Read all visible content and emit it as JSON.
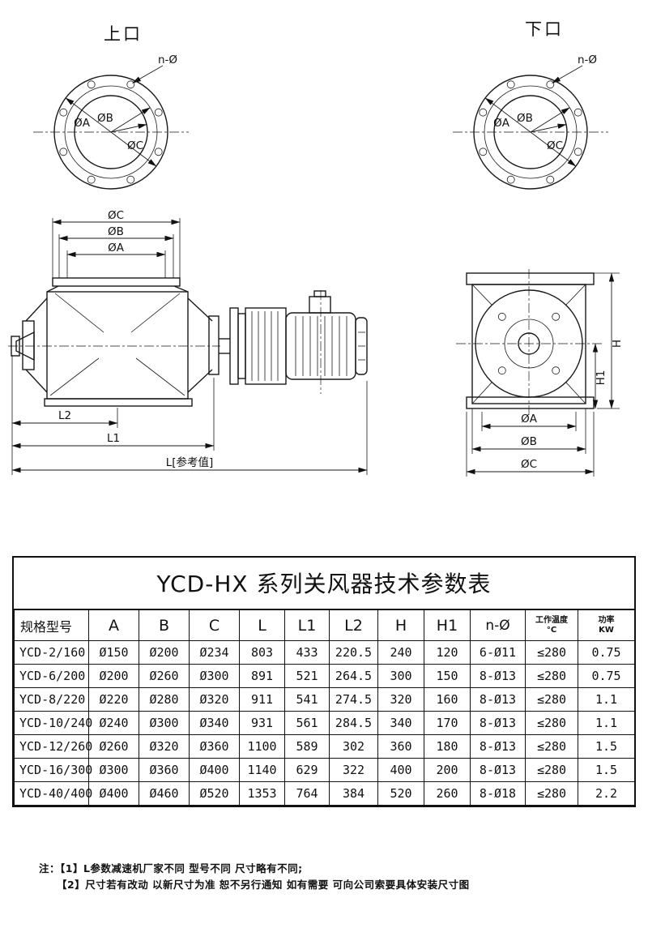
{
  "top_views": {
    "left": {
      "title": "上口",
      "n_label": "n-Ø",
      "dia_a": "ØA",
      "dia_b": "ØB",
      "dia_c": "ØC"
    },
    "right": {
      "title": "下口",
      "n_label": "n-Ø",
      "dia_a": "ØA",
      "dia_b": "ØB",
      "dia_c": "ØC"
    }
  },
  "side_view": {
    "dim_c": "ØC",
    "dim_b": "ØB",
    "dim_a": "ØA",
    "dim_l2": "L2",
    "dim_l1": "L1",
    "dim_l": "L[参考值]"
  },
  "end_view": {
    "dim_h": "H",
    "dim_h1": "H1",
    "dim_a": "ØA",
    "dim_b": "ØB",
    "dim_c": "ØC"
  },
  "table": {
    "title": "YCD-HX 系列关风器技术参数表",
    "headers": [
      "规格型号",
      "A",
      "B",
      "C",
      "L",
      "L1",
      "L2",
      "H",
      "H1",
      "n-Ø"
    ],
    "header_temp": {
      "line1": "工作温度",
      "line2": "°C"
    },
    "header_power": {
      "line1": "功率",
      "line2": "KW"
    },
    "rows": [
      [
        "YCD-2/160",
        "Ø150",
        "Ø200",
        "Ø234",
        "803",
        "433",
        "220.5",
        "240",
        "120",
        "6-Ø11",
        "≤280",
        "0.75"
      ],
      [
        "YCD-6/200",
        "Ø200",
        "Ø260",
        "Ø300",
        "891",
        "521",
        "264.5",
        "300",
        "150",
        "8-Ø13",
        "≤280",
        "0.75"
      ],
      [
        "YCD-8/220",
        "Ø220",
        "Ø280",
        "Ø320",
        "911",
        "541",
        "274.5",
        "320",
        "160",
        "8-Ø13",
        "≤280",
        "1.1"
      ],
      [
        "YCD-10/240",
        "Ø240",
        "Ø300",
        "Ø340",
        "931",
        "561",
        "284.5",
        "340",
        "170",
        "8-Ø13",
        "≤280",
        "1.1"
      ],
      [
        "YCD-12/260",
        "Ø260",
        "Ø320",
        "Ø360",
        "1100",
        "589",
        "302",
        "360",
        "180",
        "8-Ø13",
        "≤280",
        "1.5"
      ],
      [
        "YCD-16/300",
        "Ø300",
        "Ø360",
        "Ø400",
        "1140",
        "629",
        "322",
        "400",
        "200",
        "8-Ø13",
        "≤280",
        "1.5"
      ],
      [
        "YCD-40/400",
        "Ø400",
        "Ø460",
        "Ø520",
        "1353",
        "764",
        "384",
        "520",
        "260",
        "8-Ø18",
        "≤280",
        "2.2"
      ]
    ]
  },
  "notes": {
    "line1": "注：【1】L参数减速机厂家不同 型号不同 尺寸略有不同;",
    "line2": "【2】尺寸若有改动 以新尺寸为准 恕不另行通知 如有需要 可向公司索要具体安装尺寸图"
  }
}
